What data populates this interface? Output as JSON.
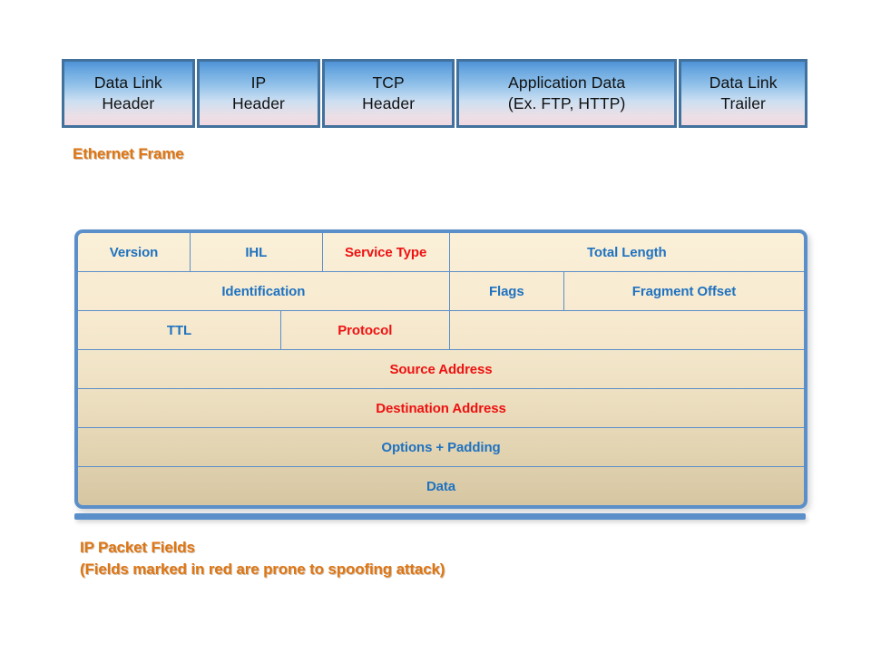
{
  "ethernet_frame": {
    "caption": "Ethernet Frame",
    "boxes": [
      {
        "line1": "Data Link",
        "line2": "Header"
      },
      {
        "line1": "IP",
        "line2": "Header"
      },
      {
        "line1": "TCP",
        "line2": "Header"
      },
      {
        "line1": "Application Data",
        "line2": "(Ex. FTP, HTTP)"
      },
      {
        "line1": "Data Link",
        "line2": "Trailer"
      }
    ]
  },
  "ip_packet": {
    "caption_line1": "IP Packet Fields",
    "caption_line2": "(Fields marked in red are prone to spoofing attack)",
    "legend_note_color": "#ee1111",
    "colors": {
      "normal_field": "#1f72c0",
      "spoofable_field": "#ee1111",
      "caption": "#dd7614",
      "border": "#5b8fc9",
      "frame_border": "#41719c"
    },
    "rows": [
      {
        "cells": [
          {
            "label": "Version",
            "color": "blue",
            "width": 15.5
          },
          {
            "label": "IHL",
            "color": "blue",
            "width": 18.2
          },
          {
            "label": "Service Type",
            "color": "red",
            "width": 17.5
          },
          {
            "label": "Total Length",
            "color": "blue",
            "width": 48.8
          }
        ]
      },
      {
        "cells": [
          {
            "label": "Identification",
            "color": "blue",
            "width": 51.2
          },
          {
            "label": "Flags",
            "color": "blue",
            "width": 15.8
          },
          {
            "label": "Fragment Offset",
            "color": "blue",
            "width": 33.0
          }
        ]
      },
      {
        "cells": [
          {
            "label": "TTL",
            "color": "blue",
            "width": 28.0
          },
          {
            "label": "Protocol",
            "color": "red",
            "width": 23.2
          },
          {
            "label": "",
            "color": "blue",
            "width": 48.8
          }
        ]
      },
      {
        "cells": [
          {
            "label": "Source Address",
            "color": "red",
            "width": 100
          }
        ]
      },
      {
        "cells": [
          {
            "label": "Destination Address",
            "color": "red",
            "width": 100
          }
        ]
      },
      {
        "cells": [
          {
            "label": "Options + Padding",
            "color": "blue",
            "width": 100
          }
        ]
      },
      {
        "cells": [
          {
            "label": "Data",
            "color": "blue",
            "width": 100
          }
        ]
      }
    ]
  }
}
